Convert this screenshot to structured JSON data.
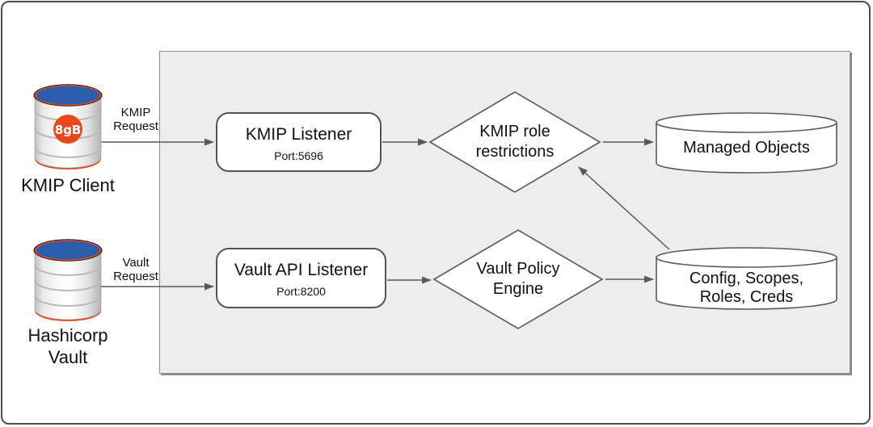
{
  "colors": {
    "panel_bg": "#ededed",
    "accent_orange": "#e8491b",
    "accent_blue": "#2a5dab",
    "line_gray": "#5a5a5a",
    "text": "#111111"
  },
  "diagram": {
    "clients": {
      "kmip_client": {
        "label": "KMIP Client",
        "request_line1": "KMIP",
        "request_line2": "Request"
      },
      "hashicorp_vault": {
        "label_line1": "Hashicorp",
        "label_line2": "Vault",
        "request_line1": "Vault",
        "request_line2": "Request"
      }
    },
    "listeners": {
      "kmip": {
        "title": "KMIP Listener",
        "port": "Port:5696"
      },
      "vault": {
        "title": "Vault API Listener",
        "port": "Port:8200"
      }
    },
    "decisions": {
      "kmip_role": {
        "line1": "KMIP role",
        "line2": "restrictions"
      },
      "vault_policy": {
        "line1": "Vault Policy",
        "line2": "Engine"
      }
    },
    "stores": {
      "managed_objects": {
        "label": "Managed Objects"
      },
      "config_store": {
        "line1": "Config, Scopes,",
        "line2": "Roles, Creds"
      }
    }
  }
}
